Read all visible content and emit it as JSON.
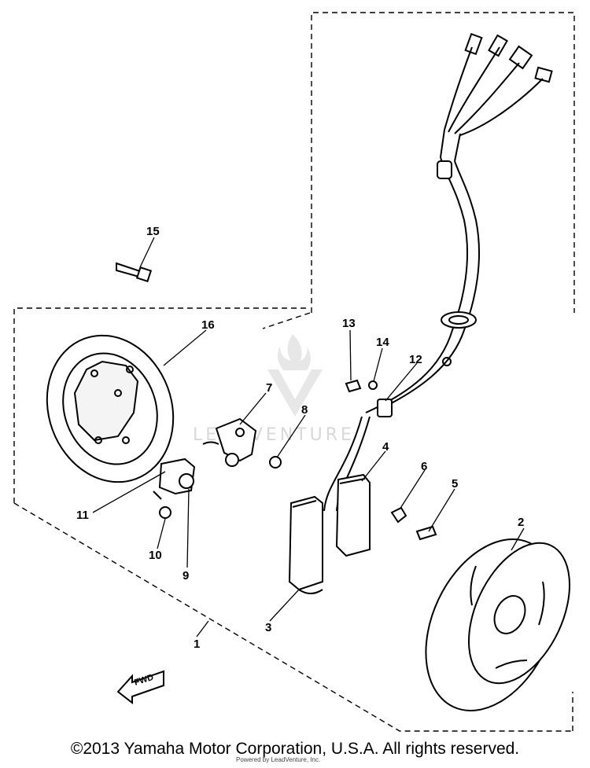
{
  "diagram": {
    "callouts": [
      {
        "id": "1",
        "label": "1"
      },
      {
        "id": "2",
        "label": "2"
      },
      {
        "id": "3",
        "label": "3"
      },
      {
        "id": "4",
        "label": "4"
      },
      {
        "id": "5",
        "label": "5"
      },
      {
        "id": "6",
        "label": "6"
      },
      {
        "id": "7",
        "label": "7"
      },
      {
        "id": "8",
        "label": "8"
      },
      {
        "id": "9",
        "label": "9"
      },
      {
        "id": "10",
        "label": "10"
      },
      {
        "id": "11",
        "label": "11"
      },
      {
        "id": "12",
        "label": "12"
      },
      {
        "id": "13",
        "label": "13"
      },
      {
        "id": "14",
        "label": "14"
      },
      {
        "id": "15",
        "label": "15"
      },
      {
        "id": "16",
        "label": "16"
      }
    ],
    "fwd_label": "FWD",
    "watermark": "LEADVENTURE"
  },
  "footer": {
    "copyright": "©2013 Yamaha Motor Corporation, U.S.A. All rights reserved.",
    "small_print": "Powered by LeadVenture, Inc."
  }
}
